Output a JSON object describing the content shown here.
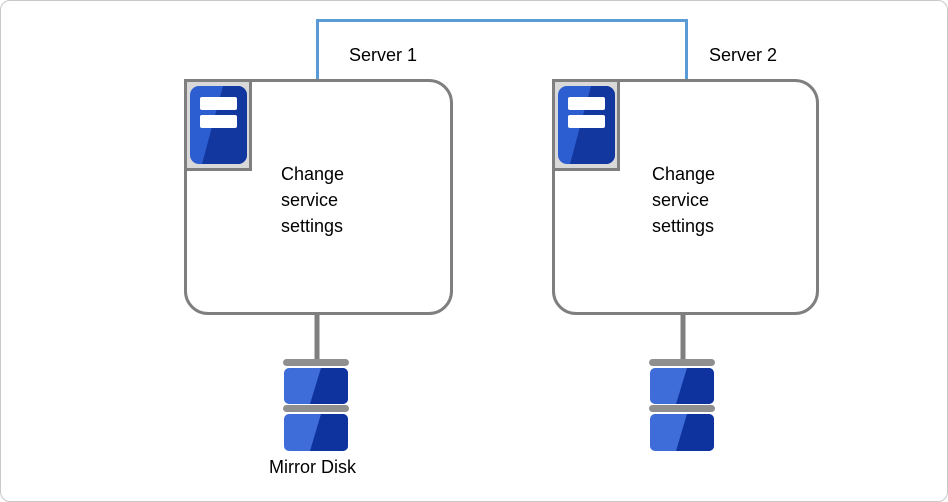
{
  "diagram": {
    "type": "cluster-architecture",
    "interconnect": "crossover link between Server 1 and Server 2"
  },
  "colors": {
    "connector_blue": "#5b9bd5",
    "outline_gray": "#7f7f7f",
    "icon_frame_bg": "#d9d9d9",
    "tower_blue_light": "#2d5ed1",
    "tower_blue_dark": "#12379e",
    "disk_blue_light": "#3e6cd9",
    "disk_blue_dark": "#0e339f",
    "disk_divider_gray": "#8f8f8f",
    "bar_white": "#ffffff",
    "text": "#000000",
    "canvas_border": "#c9c9c9"
  },
  "servers": [
    {
      "name": "Server 1",
      "action": "Change\nservice\nsettings"
    },
    {
      "name": "Server 2",
      "action": "Change\nservice\nsettings"
    }
  ],
  "storage": {
    "mirror_disk_label": "Mirror Disk"
  }
}
